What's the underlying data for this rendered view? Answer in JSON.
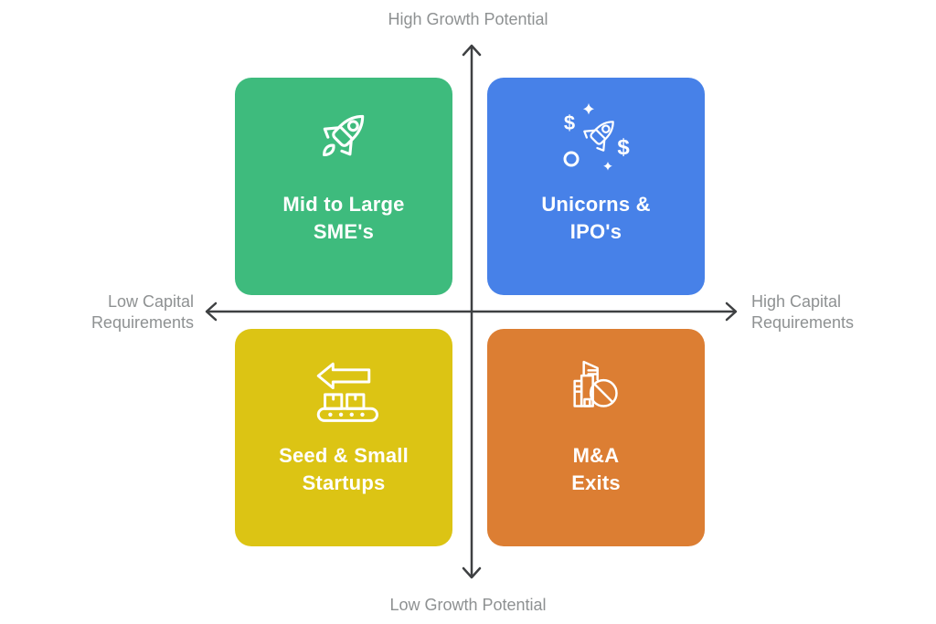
{
  "canvas": {
    "background": "#ffffff"
  },
  "icon_color": "#ffffff",
  "axes": {
    "top_label": "High Growth Potential",
    "bottom_label": "Low Growth Potential",
    "left_label": {
      "line1": "Low Capital",
      "line2": "Requirements"
    },
    "right_label": {
      "line1": "High Capital",
      "line2": "Requirements"
    },
    "line_color": "#3e4042",
    "label_color": "#8e9192"
  },
  "quadrants": [
    {
      "position": "top-left",
      "title": {
        "line1": "Mid to Large",
        "line2": "SME's"
      },
      "color": "#3ebb7d",
      "text_color": "#ffffff",
      "icon": "rocket-icon"
    },
    {
      "position": "top-right",
      "title": {
        "line1": "Unicorns &",
        "line2": "IPO's"
      },
      "color": "#4781e8",
      "text_color": "#ffffff",
      "icon": "rocket-dollars-icon",
      "dollar_sign": "$"
    },
    {
      "position": "bottom-left",
      "title": {
        "line1": "Seed & Small",
        "line2": "Startups"
      },
      "color": "#dcc414",
      "text_color": "#ffffff",
      "icon": "conveyor-belt-icon"
    },
    {
      "position": "bottom-right",
      "title": {
        "line1": "M&A",
        "line2": "Exits"
      },
      "color": "#dc7e33",
      "text_color": "#ffffff",
      "icon": "building-merger-blocked-icon"
    }
  ]
}
